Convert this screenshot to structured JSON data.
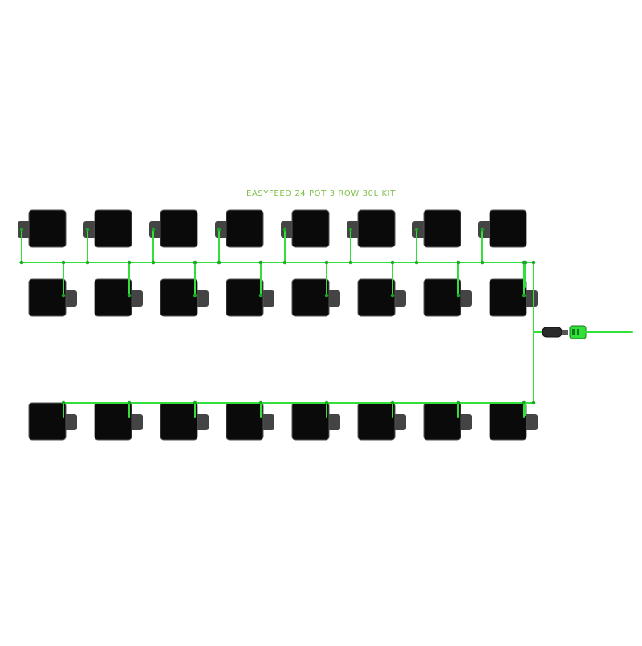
{
  "title": "EASYFEED 24 POT 3 ROW 30L KIT",
  "colors": {
    "pipe": "#33e03a",
    "pipe_dark": "#1aa824",
    "pot": "#0a0a0a",
    "tank": "#444444",
    "connector": "#2a2a2a"
  },
  "rows": [
    {
      "name": "row-1",
      "pots": 8
    },
    {
      "name": "row-2",
      "pots": 8
    },
    {
      "name": "row-3",
      "pots": 8
    }
  ],
  "icons": [
    "pot-icon",
    "feed-valve-icon",
    "hose-connector-icon",
    "tap-connector-icon"
  ]
}
